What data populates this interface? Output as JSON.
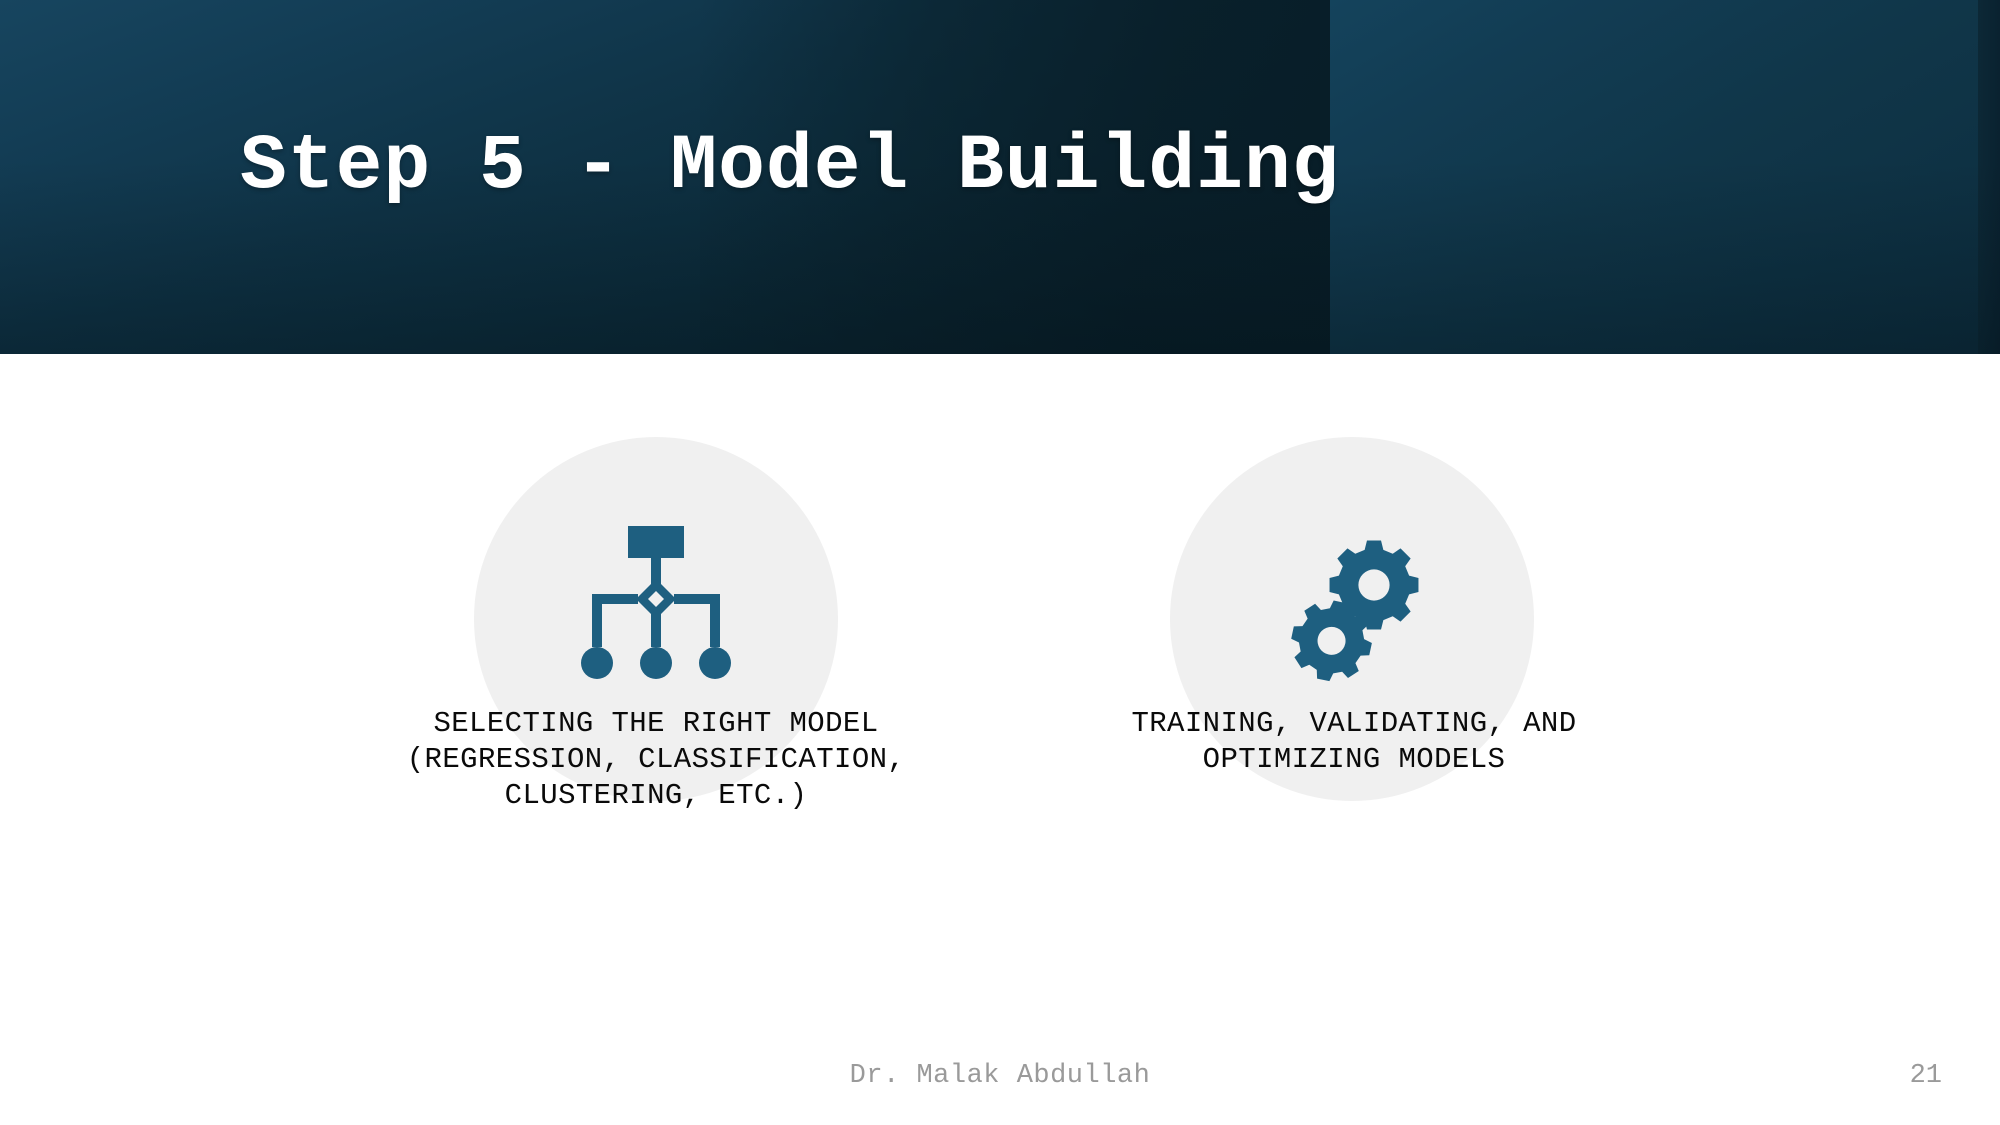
{
  "slide": {
    "title": "Step 5 - Model Building",
    "page_number": "21",
    "author": "Dr. Malak Abdullah",
    "colors": {
      "header_light_teal": "#17455f",
      "header_dark_navy": "#0a2531",
      "header_right_panel": "#14435c",
      "icon_blue": "#1e5f80",
      "icon_disc_gray": "#f0f0f0",
      "caption_text": "#0a0a0a",
      "footer_text": "#9a9a9a",
      "body_background": "#ffffff",
      "title_text": "#ffffff"
    }
  },
  "columns": [
    {
      "icon_name": "hierarchy-tree-icon",
      "caption": "SELECTING THE RIGHT MODEL (REGRESSION, CLASSIFICATION, CLUSTERING, ETC.)"
    },
    {
      "icon_name": "gears-icon",
      "caption": "TRAINING, VALIDATING, AND OPTIMIZING MODELS"
    }
  ]
}
